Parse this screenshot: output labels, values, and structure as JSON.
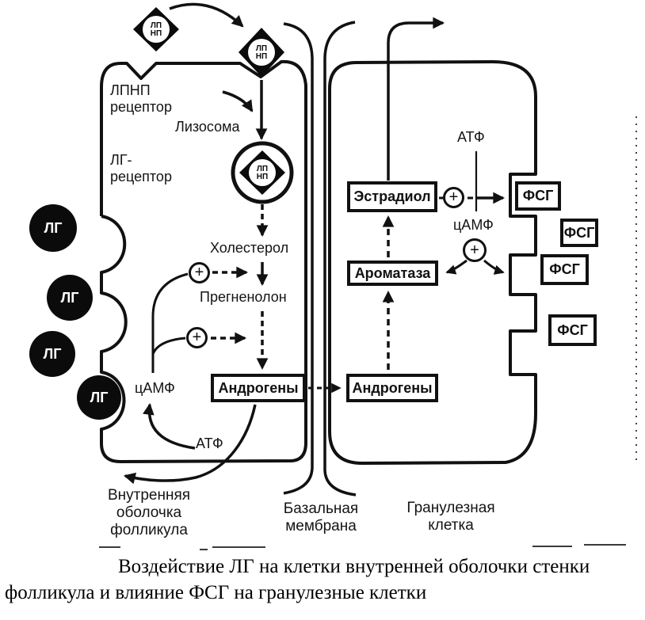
{
  "colors": {
    "ink": "#111111",
    "paper": "#ffffff"
  },
  "symbols": {
    "plus": "+",
    "lh": "ЛГ",
    "ldl_top": "ЛП",
    "ldl_bottom": "НП"
  },
  "theca": {
    "ldl_receptor": {
      "line1": "ЛПНП",
      "line2": "рецептор"
    },
    "lysosome": "Лизосома",
    "lh_receptor": {
      "line1": "ЛГ-",
      "line2": "рецептор"
    },
    "cholesterol": "Холестерол",
    "pregnenolone": "Прегненолон",
    "camp": "цАМФ",
    "atp": "АТФ",
    "androgens_box": "Андрогены"
  },
  "granulosa": {
    "atp": "АТФ",
    "camp": "цАМФ",
    "estradiol_box": "Эстрадиол",
    "aromatase_box": "Ароматаза",
    "androgens_box": "Андрогены",
    "fsh_box": "ФСГ"
  },
  "regions": {
    "inner_lining": {
      "line1": "Внутренняя",
      "line2": "оболочка",
      "line3": "фолликула"
    },
    "basal_membrane": {
      "line1": "Базальная",
      "line2": "мембрана"
    },
    "granulosa_cell": {
      "line1": "Гранулезная",
      "line2": "клетка"
    }
  },
  "caption": {
    "line1": "Воздействие ЛГ на клетки внутренней оболочки стенки",
    "line2": "фолликула и влияние ФСГ на гранулезные клетки"
  }
}
